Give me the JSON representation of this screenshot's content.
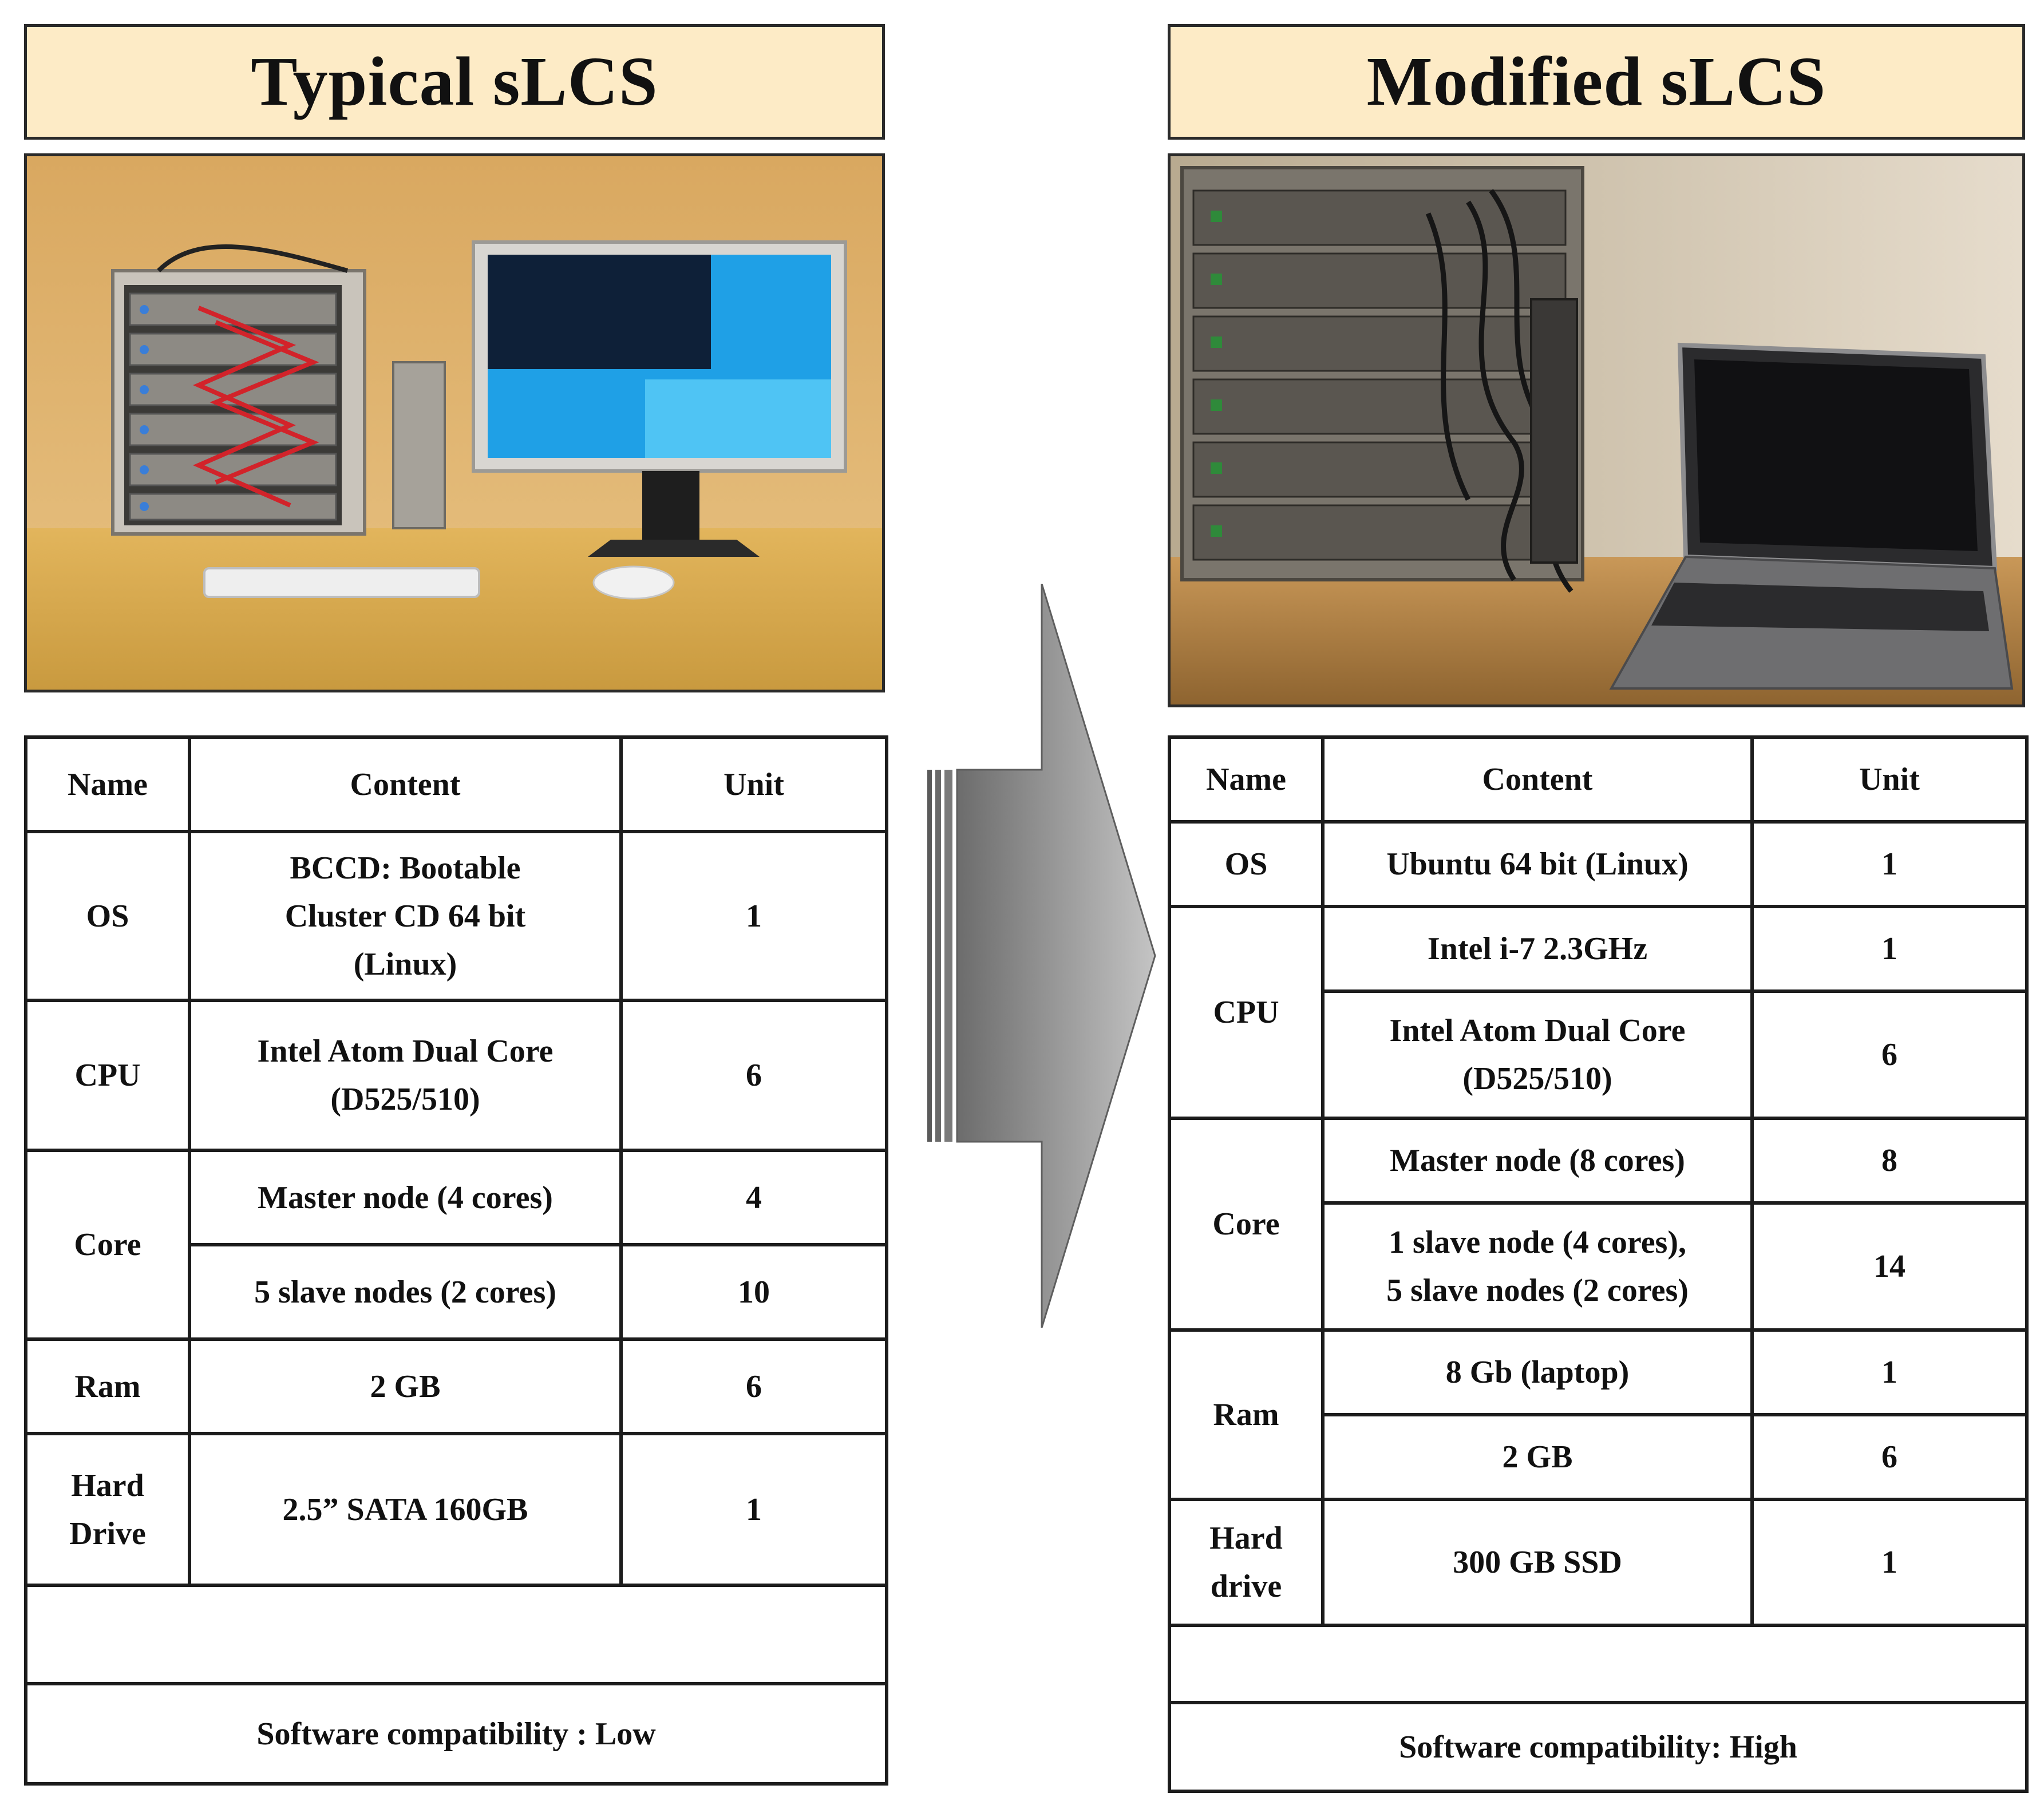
{
  "left": {
    "title": "Typical sLCS",
    "headers": [
      "Name",
      "Content",
      "Unit"
    ],
    "rows": [
      {
        "name": "OS",
        "content": [
          "BCCD: Bootable",
          "Cluster CD 64 bit",
          "(Linux)"
        ],
        "unit": "1"
      },
      {
        "name": "CPU",
        "content": [
          "Intel Atom Dual Core",
          "(D525/510)"
        ],
        "unit": "6"
      },
      {
        "name": "Core",
        "sub": [
          {
            "content": "Master node (4 cores)",
            "unit": "4"
          },
          {
            "content": "5 slave nodes (2 cores)",
            "unit": "10"
          }
        ]
      },
      {
        "name": "Ram",
        "content": "2 GB",
        "unit": "6"
      },
      {
        "name": [
          "Hard",
          "Drive"
        ],
        "content": "2.5” SATA 160GB",
        "unit": "1"
      }
    ],
    "footer": "Software compatibility : Low"
  },
  "right": {
    "title": "Modified sLCS",
    "headers": [
      "Name",
      "Content",
      "Unit"
    ],
    "rows": [
      {
        "name": "OS",
        "content": "Ubuntu 64 bit (Linux)",
        "unit": "1"
      },
      {
        "name": "CPU",
        "sub": [
          {
            "content": "Intel i-7 2.3GHz",
            "unit": "1"
          },
          {
            "content": [
              "Intel Atom Dual Core",
              "(D525/510)"
            ],
            "unit": "6"
          }
        ]
      },
      {
        "name": "Core",
        "sub": [
          {
            "content": "Master node (8 cores)",
            "unit": "8"
          },
          {
            "content": [
              "1 slave node (4 cores),",
              "5 slave nodes (2 cores)"
            ],
            "unit": "14"
          }
        ]
      },
      {
        "name": "Ram",
        "sub": [
          {
            "content": "8 Gb (laptop)",
            "unit": "1"
          },
          {
            "content": "2 GB",
            "unit": "6"
          }
        ]
      },
      {
        "name": [
          "Hard",
          "drive"
        ],
        "content": "300 GB SSD",
        "unit": "1"
      }
    ],
    "footer": "Software compatibility: High"
  },
  "colors": {
    "title_bg": "#fdebc6",
    "arrow_gray": "#9a9a9a"
  }
}
